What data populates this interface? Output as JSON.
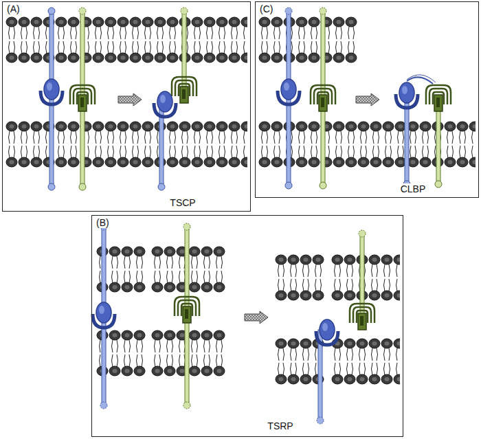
{
  "diagram": {
    "nodes": [
      {
        "text": [
          "(A)",
          "TSCP"
        ]
      },
      {
        "text": [
          "(C)",
          "CLBP"
        ]
      },
      {
        "text": [
          "(B)",
          "TSRP"
        ]
      }
    ],
    "edges": []
  }
}
